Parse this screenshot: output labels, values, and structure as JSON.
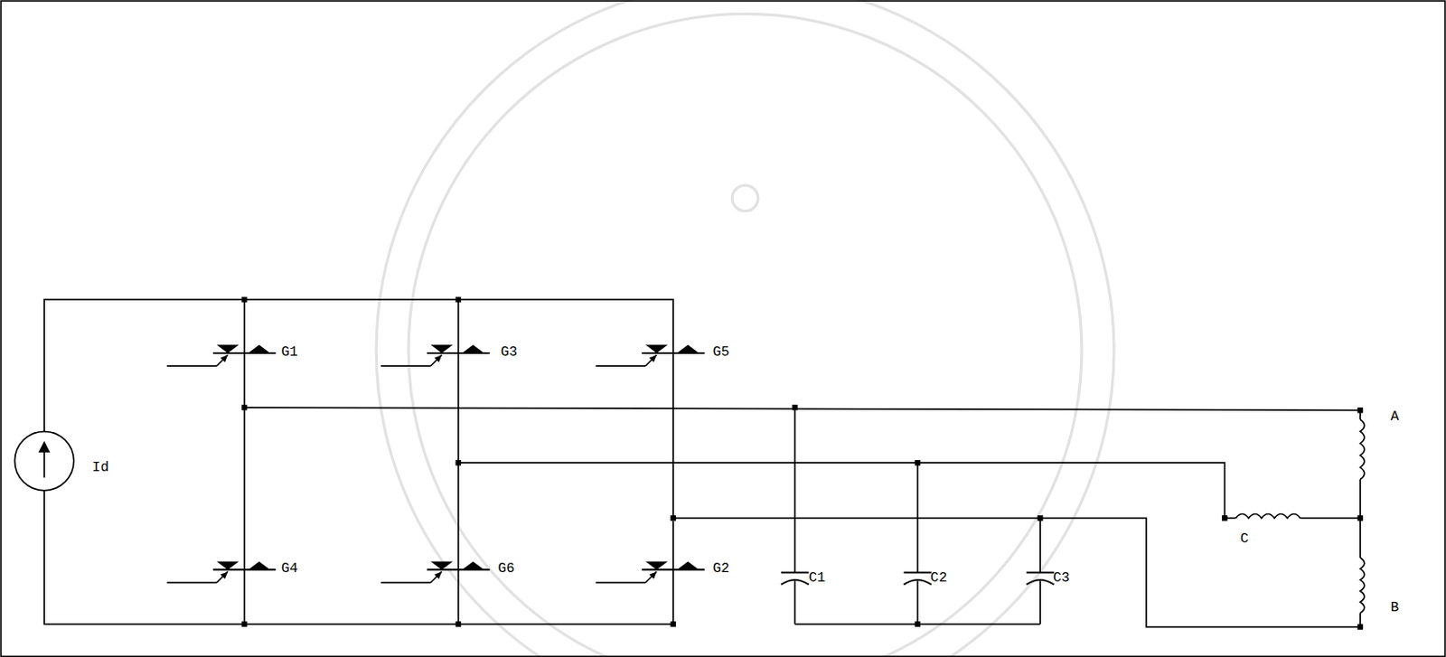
{
  "diagram": {
    "labels": [
      "Id",
      "G1",
      "G3",
      "G5",
      "G4",
      "G6",
      "G2",
      "C1",
      "C2",
      "C3",
      "A",
      "C",
      "B"
    ]
  }
}
